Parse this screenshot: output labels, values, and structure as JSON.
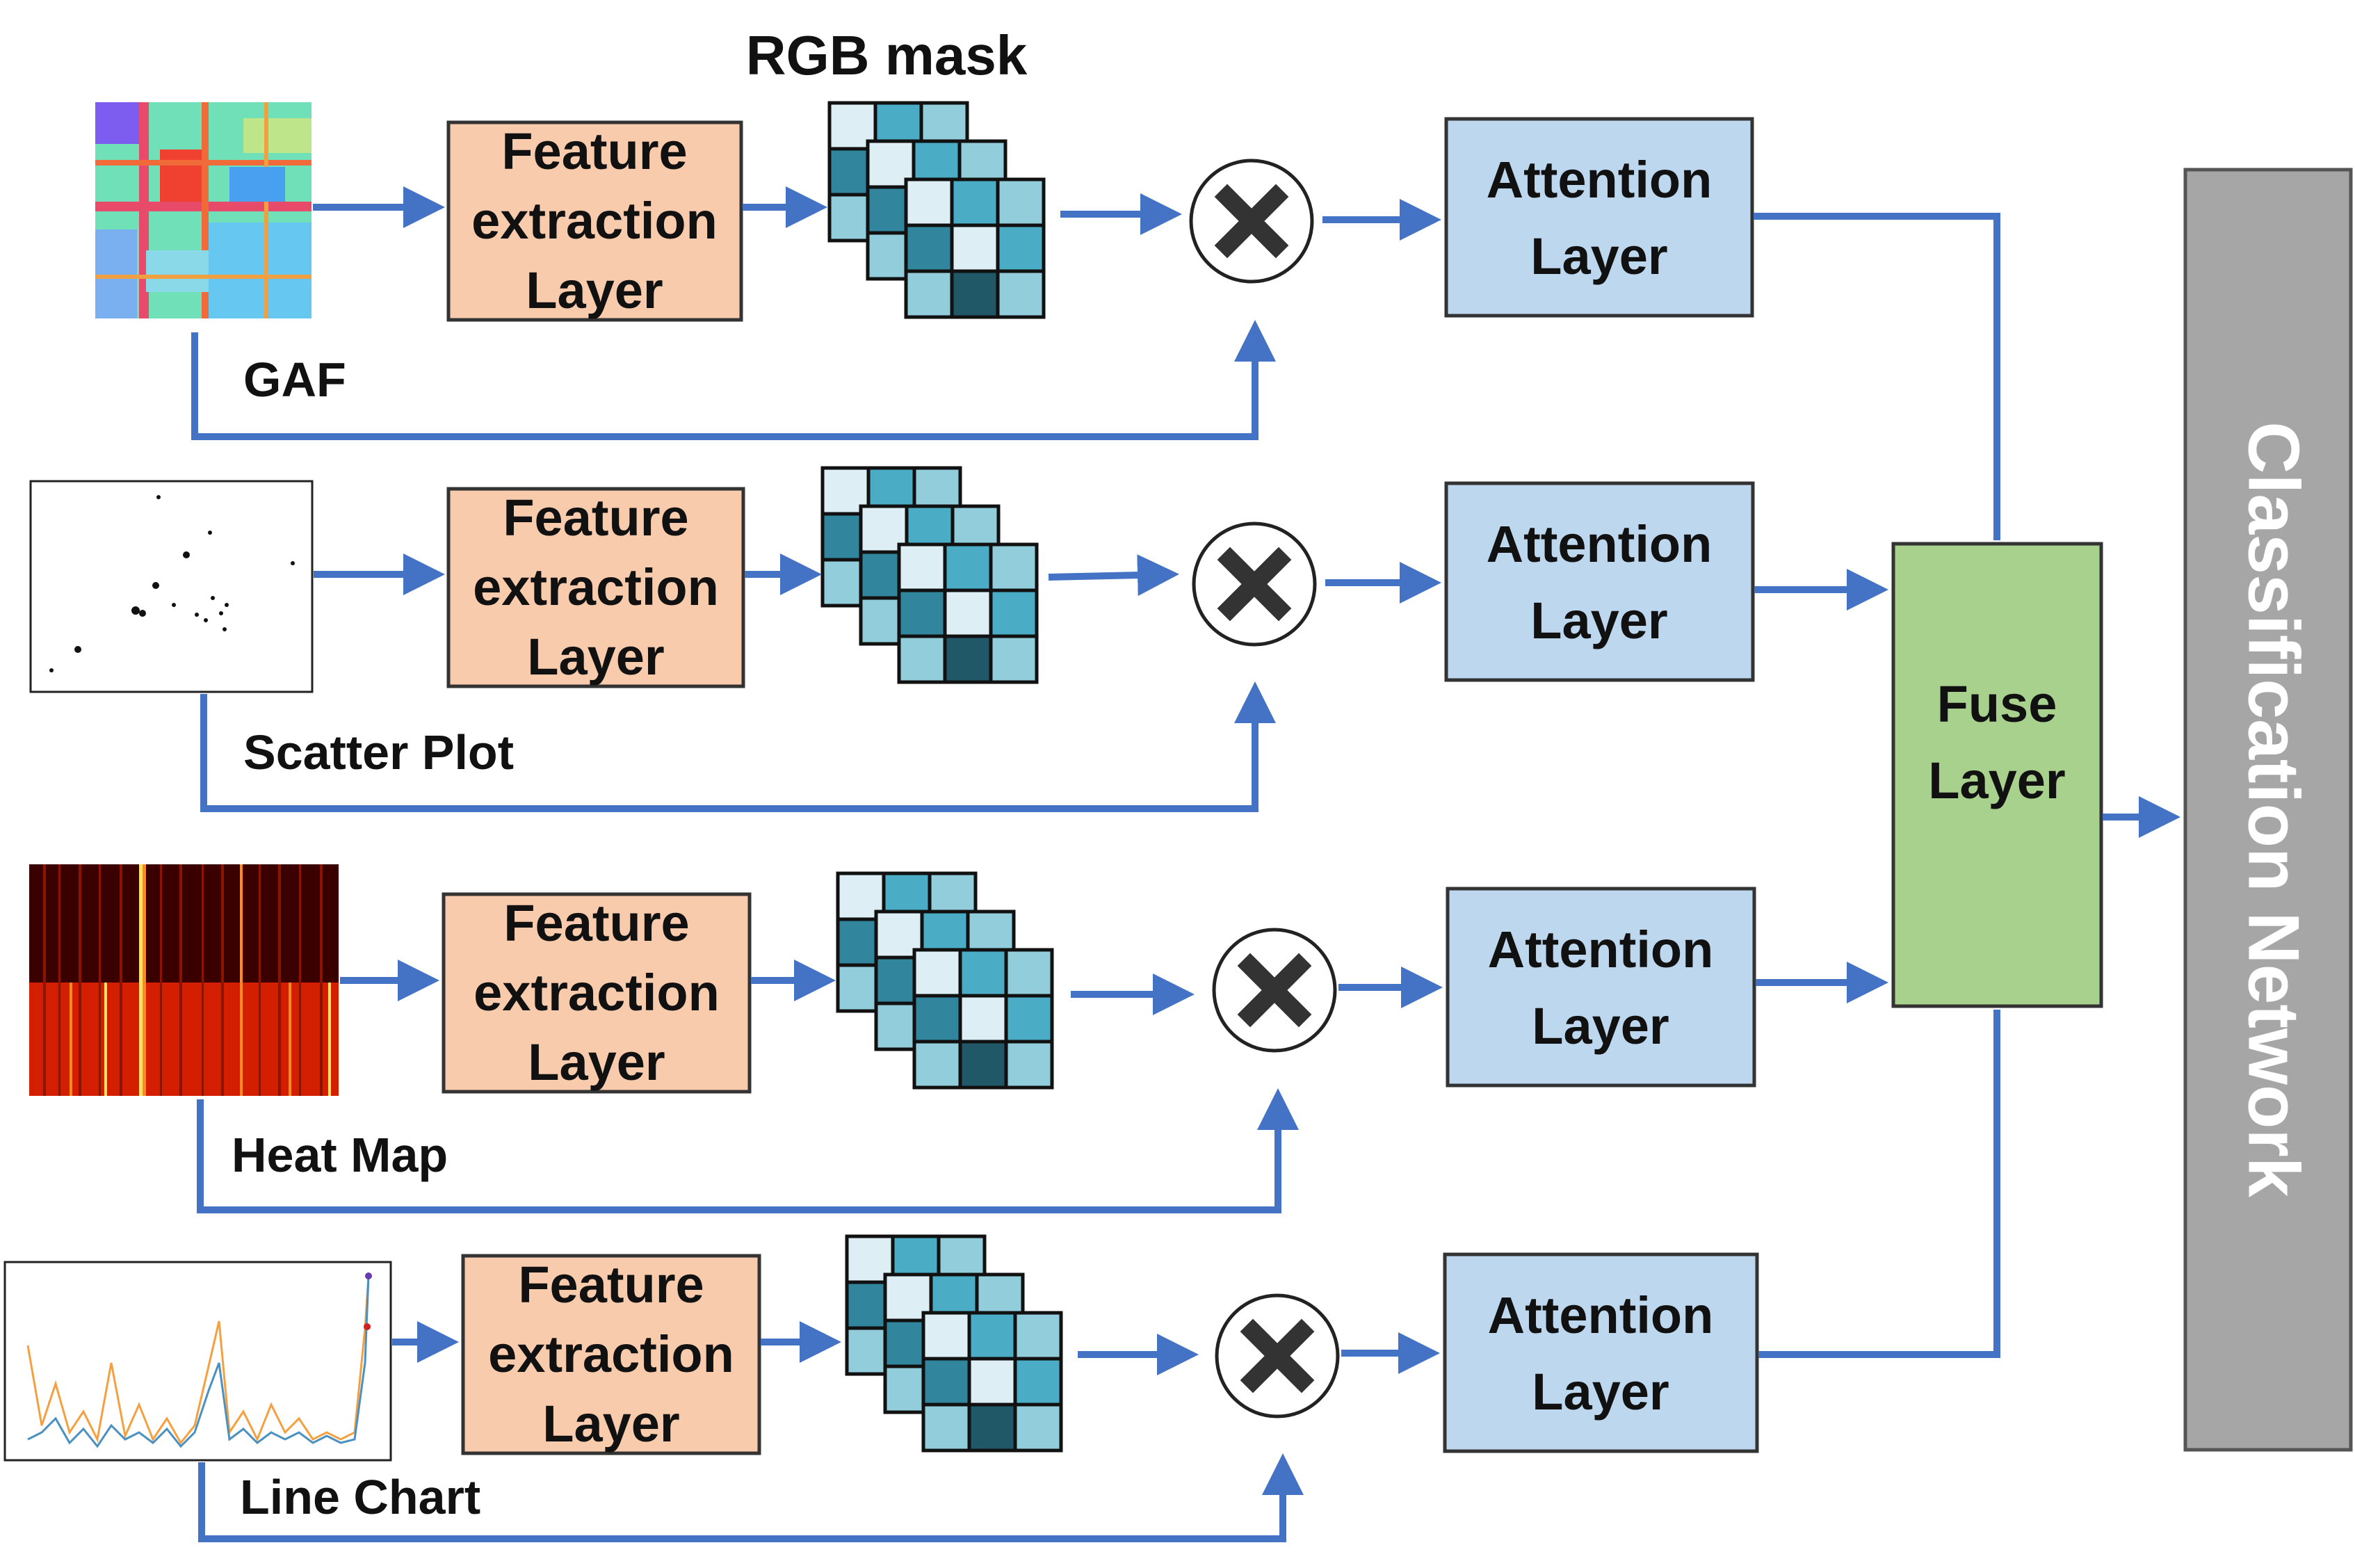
{
  "header": {
    "mask_title": "RGB mask"
  },
  "branches": [
    {
      "caption": "GAF",
      "feature_lines": [
        "Feature",
        "extraction",
        "Layer"
      ],
      "attention_lines": [
        "Attention",
        "Layer"
      ]
    },
    {
      "caption": "Scatter Plot",
      "feature_lines": [
        "Feature",
        "extraction",
        "Layer"
      ],
      "attention_lines": [
        "Attention",
        "Layer"
      ]
    },
    {
      "caption": "Heat Map",
      "feature_lines": [
        "Feature",
        "extraction",
        "Layer"
      ],
      "attention_lines": [
        "Attention",
        "Layer"
      ]
    },
    {
      "caption": "Line Chart",
      "feature_lines": [
        "Feature",
        "extraction",
        "Layer"
      ],
      "attention_lines": [
        "Attention",
        "Layer"
      ]
    }
  ],
  "fuse": {
    "lines": [
      "Fuse",
      "Layer"
    ]
  },
  "classifier": {
    "label": "Classification Network"
  },
  "colors": {
    "arrow": "#4472c4",
    "feature_fill": "#f8cbad",
    "attention_fill": "#bdd7ee",
    "fuse_fill": "#a9d18e",
    "classifier_fill": "#a6a6a6",
    "mask_light": "#ddeef5",
    "mask_mid": "#92cddc",
    "mask_blue": "#4bacc6",
    "mask_teal": "#31859c",
    "mask_dark": "#215868"
  },
  "icons": {
    "multiply": "multiply-circle-icon",
    "arrow": "arrow-right-icon"
  }
}
